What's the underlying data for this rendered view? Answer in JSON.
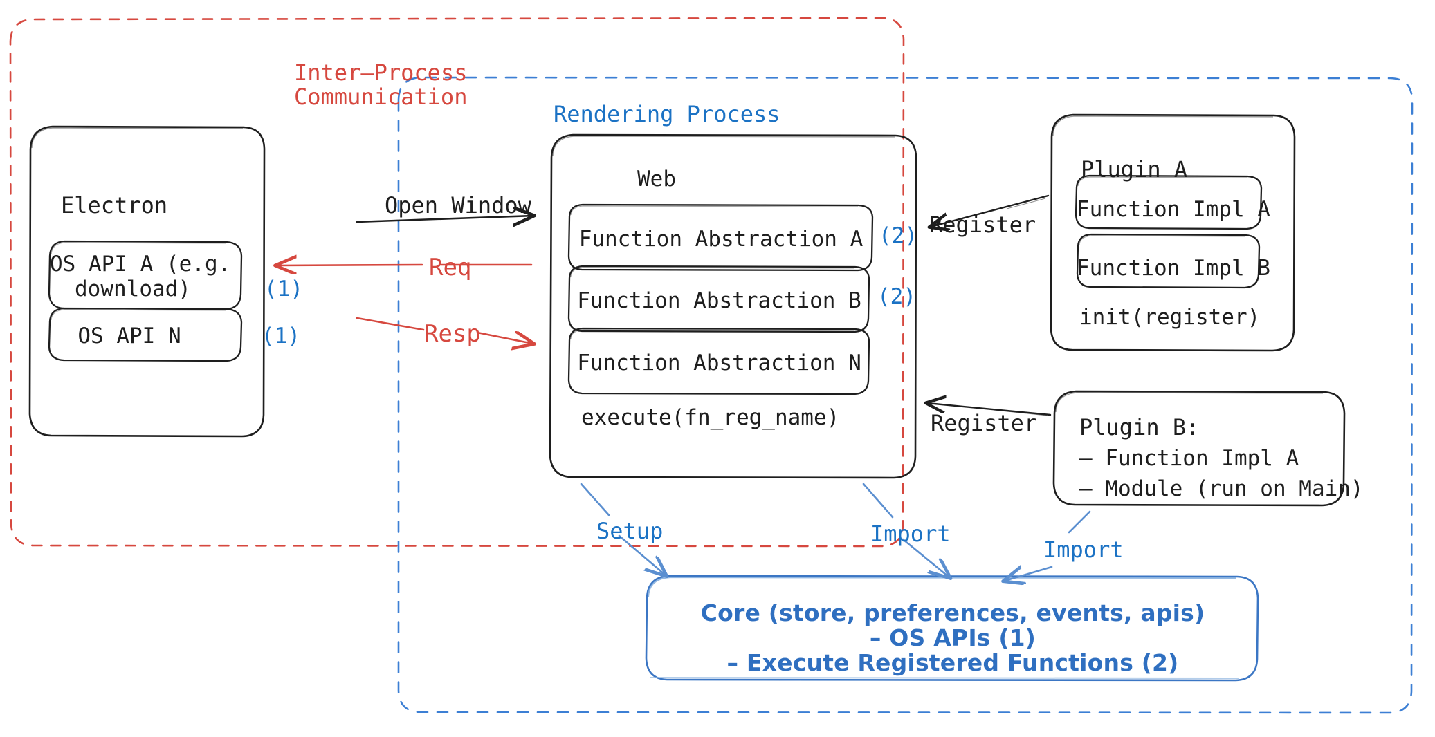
{
  "diagram": {
    "title": "Electron plugin architecture diagram",
    "colors": {
      "ink": "#1e1e1e",
      "red": "#d6483f",
      "blue": "#1b72c4",
      "core_blue": "#2f6fc0",
      "background": "#ffffff"
    }
  },
  "regions": {
    "ipc": {
      "label": "Inter–Process\nCommunication",
      "line1": "Inter–Process",
      "line2": "Communication",
      "style": "dashed",
      "color": "#d6483f"
    },
    "rendering": {
      "label": "Rendering Process",
      "style": "dashed",
      "color": "#1b72c4"
    }
  },
  "electron": {
    "title": "Electron",
    "apis": [
      {
        "label": "OS API A (e.g.\ndownload)",
        "line1": "OS API A (e.g.",
        "line2": "download)",
        "marker": "(1)"
      },
      {
        "label": "OS API N",
        "line1": "OS API N",
        "line2": "",
        "marker": "(1)"
      }
    ]
  },
  "web": {
    "title": "Web",
    "abstractions": [
      {
        "label": "Function Abstraction A",
        "marker": "(2)"
      },
      {
        "label": "Function Abstraction B",
        "marker": "(2)"
      },
      {
        "label": "Function Abstraction N",
        "marker": ""
      }
    ],
    "footer": "execute(fn_reg_name)"
  },
  "plugin_a": {
    "title": "Plugin A",
    "items": [
      {
        "label": "Function Impl A"
      },
      {
        "label": "Function Impl B"
      }
    ],
    "footer": "init(register)"
  },
  "plugin_b": {
    "title": "Plugin B:",
    "lines": [
      "– Function Impl A",
      "– Module (run on Main)"
    ]
  },
  "core": {
    "line1": "Core (store, preferences, events, apis)",
    "line2": "– OS APIs (1)",
    "line3": "– Execute Registered Functions (2)"
  },
  "arrows": {
    "open_window": {
      "label": "Open Window",
      "color": "#1e1e1e",
      "direction": "right"
    },
    "req": {
      "label": "Req",
      "color": "#d6483f",
      "direction": "left"
    },
    "resp": {
      "label": "Resp",
      "color": "#d6483f",
      "direction": "right"
    },
    "register_a": {
      "label": "Register",
      "color": "#1e1e1e",
      "direction": "left"
    },
    "register_b": {
      "label": "Register",
      "color": "#1e1e1e",
      "direction": "left"
    },
    "setup": {
      "label": "Setup",
      "color": "#1b72c4",
      "direction": "down"
    },
    "import_web": {
      "label": "Import",
      "color": "#1b72c4",
      "direction": "down"
    },
    "import_plugin_b": {
      "label": "Import",
      "color": "#1b72c4",
      "direction": "down-left"
    }
  }
}
